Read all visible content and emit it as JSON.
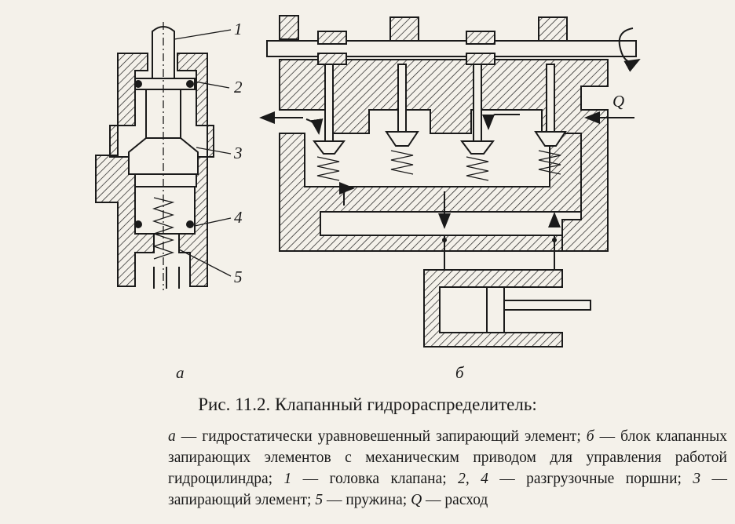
{
  "labels": {
    "part1": "1",
    "part2": "2",
    "part3": "3",
    "part4": "4",
    "part5": "5",
    "view_a": "а",
    "view_b": "б",
    "flow": "Q"
  },
  "caption": {
    "title": "Рис. 11.2. Клапанный гидрораспределитель:",
    "line1_a": "а",
    "line1_text": " — гидростатически уравновешенный запирающий элемент; ",
    "line1_b": "б",
    "line1_rest": " — блок клапанных запирающих элементов с механическим приводом для управления работой гидроцилиндра; ",
    "n1": "1",
    "t1": " — головка клапана; ",
    "n2": "2, 4",
    "t2": " — разгрузочные поршни; ",
    "n3": "3",
    "t3": " — запирающий элемент; ",
    "n5": "5",
    "t5": " — пружина; ",
    "nq": "Q",
    "tq": " — расход"
  },
  "colors": {
    "ink": "#1a1a1a",
    "paper": "#f4f1ea"
  }
}
